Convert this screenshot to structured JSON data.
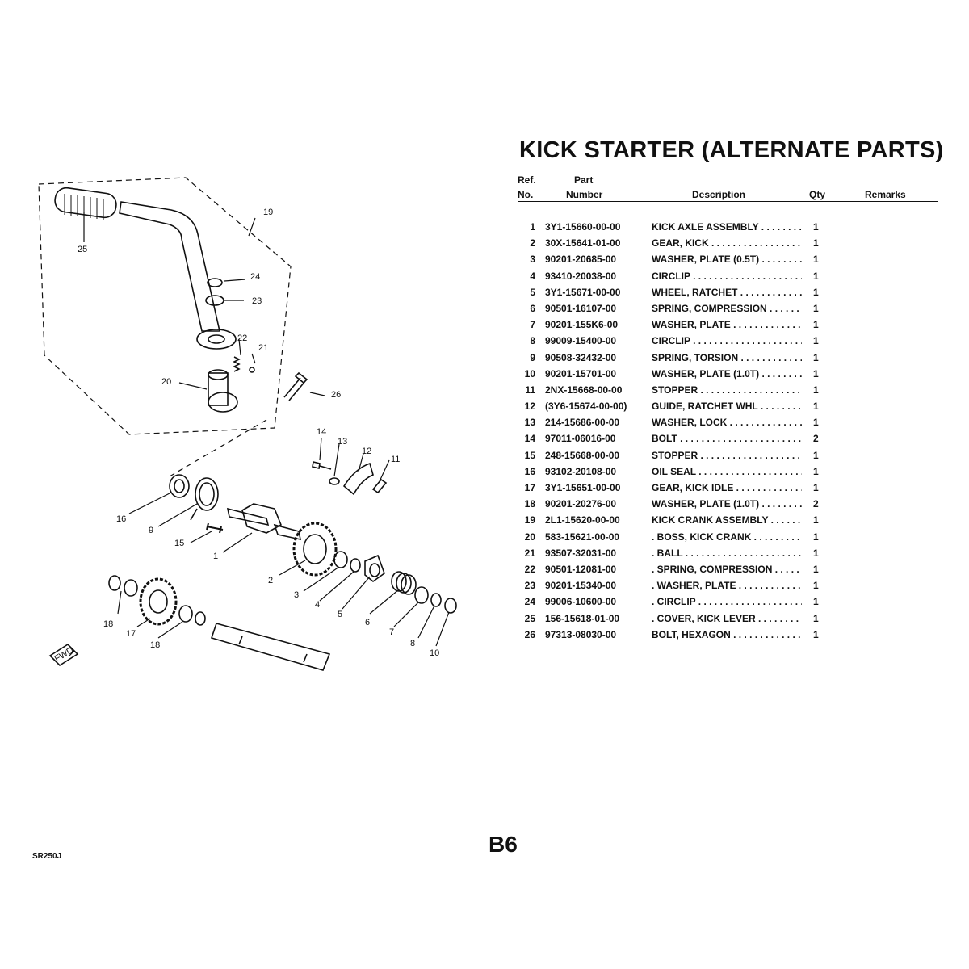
{
  "title": "KICK STARTER (ALTERNATE PARTS)",
  "headers": {
    "ref_line1": "Ref.",
    "ref_line2": "No.",
    "part_line1": "Part",
    "part_line2": "Number",
    "description": "Description",
    "qty": "Qty",
    "remarks": "Remarks"
  },
  "parts": [
    {
      "ref": "1",
      "part": "3Y1-15660-00-00",
      "desc": "KICK AXLE ASSEMBLY . . . . . . . . . . . . .",
      "qty": "1"
    },
    {
      "ref": "2",
      "part": "30X-15641-01-00",
      "desc": "GEAR, KICK . . . . . . . . . . . . . . . . . .",
      "qty": "1"
    },
    {
      "ref": "3",
      "part": "90201-20685-00",
      "desc": "WASHER, PLATE (0.5T) . . . . . . . . . . .",
      "qty": "1"
    },
    {
      "ref": "4",
      "part": "93410-20038-00",
      "desc": "CIRCLIP . . . . . . . . . . . . . . . . . . . . .",
      "qty": "1"
    },
    {
      "ref": "5",
      "part": "3Y1-15671-00-00",
      "desc": "WHEEL, RATCHET . . . . . . . . . . . . . .",
      "qty": "1"
    },
    {
      "ref": "6",
      "part": "90501-16107-00",
      "desc": "SPRING, COMPRESSION . . . . . . . . . .",
      "qty": "1"
    },
    {
      "ref": "7",
      "part": "90201-155K6-00",
      "desc": "WASHER, PLATE . . . . . . . . . . . . . . .",
      "qty": "1"
    },
    {
      "ref": "8",
      "part": "99009-15400-00",
      "desc": "CIRCLIP . . . . . . . . . . . . . . . . . . . . .",
      "qty": "1"
    },
    {
      "ref": "9",
      "part": "90508-32432-00",
      "desc": "SPRING, TORSION . . . . . . . . . . . . . .",
      "qty": "1"
    },
    {
      "ref": "10",
      "part": "90201-15701-00",
      "desc": "WASHER, PLATE (1.0T) . . . . . . . . . . .",
      "qty": "1"
    },
    {
      "ref": "11",
      "part": "2NX-15668-00-00",
      "desc": "STOPPER . . . . . . . . . . . . . . . . . . . .",
      "qty": "1"
    },
    {
      "ref": "12",
      "part": "(3Y6-15674-00-00)",
      "desc": "GUIDE, RATCHET WHL . . . . . . . . . . .",
      "qty": "1"
    },
    {
      "ref": "13",
      "part": "214-15686-00-00",
      "desc": "WASHER, LOCK . . . . . . . . . . . . . . . .",
      "qty": "1"
    },
    {
      "ref": "14",
      "part": "97011-06016-00",
      "desc": "BOLT . . . . . . . . . . . . . . . . . . . . . . . .",
      "qty": "2"
    },
    {
      "ref": "15",
      "part": "248-15668-00-00",
      "desc": "STOPPER . . . . . . . . . . . . . . . . . . . .",
      "qty": "1"
    },
    {
      "ref": "16",
      "part": "93102-20108-00",
      "desc": "OIL SEAL . . . . . . . . . . . . . . . . . . . .",
      "qty": "1"
    },
    {
      "ref": "17",
      "part": "3Y1-15651-00-00",
      "desc": "GEAR, KICK IDLE . . . . . . . . . . . . . .",
      "qty": "1"
    },
    {
      "ref": "18",
      "part": "90201-20276-00",
      "desc": "WASHER, PLATE (1.0T) . . . . . . . . . . .",
      "qty": "2"
    },
    {
      "ref": "19",
      "part": "2L1-15620-00-00",
      "desc": "KICK CRANK ASSEMBLY . . . . . . . . . .",
      "qty": "1"
    },
    {
      "ref": "20",
      "part": "583-15621-00-00",
      "desc": ". BOSS, KICK CRANK . . . . . . . . . . . .",
      "qty": "1"
    },
    {
      "ref": "21",
      "part": "93507-32031-00",
      "desc": ". BALL . . . . . . . . . . . . . . . . . . . . . . .",
      "qty": "1"
    },
    {
      "ref": "22",
      "part": "90501-12081-00",
      "desc": ". SPRING, COMPRESSION . . . . . . . . .",
      "qty": "1"
    },
    {
      "ref": "23",
      "part": "90201-15340-00",
      "desc": ". WASHER, PLATE . . . . . . . . . . . . . .",
      "qty": "1"
    },
    {
      "ref": "24",
      "part": "99006-10600-00",
      "desc": ". CIRCLIP . . . . . . . . . . . . . . . . . . . .",
      "qty": "1"
    },
    {
      "ref": "25",
      "part": "156-15618-01-00",
      "desc": ". COVER, KICK LEVER . . . . . . . . . . .",
      "qty": "1"
    },
    {
      "ref": "26",
      "part": "97313-08030-00",
      "desc": "BOLT, HEXAGON . . . . . . . . . . . . . . .",
      "qty": "1"
    }
  ],
  "diagram_labels": {
    "l1": "1",
    "l2": "2",
    "l3": "3",
    "l4": "4",
    "l5": "5",
    "l6": "6",
    "l7": "7",
    "l8": "8",
    "l9": "9",
    "l10": "10",
    "l11": "11",
    "l12": "12",
    "l13": "13",
    "l14": "14",
    "l15": "15",
    "l16": "16",
    "l17": "17",
    "l18a": "18",
    "l18b": "18",
    "l19": "19",
    "l20": "20",
    "l21": "21",
    "l22": "22",
    "l23": "23",
    "l24": "24",
    "l25": "25",
    "l26": "26",
    "fwd": "FWD"
  },
  "page_label": "B6",
  "model": "SR250J"
}
